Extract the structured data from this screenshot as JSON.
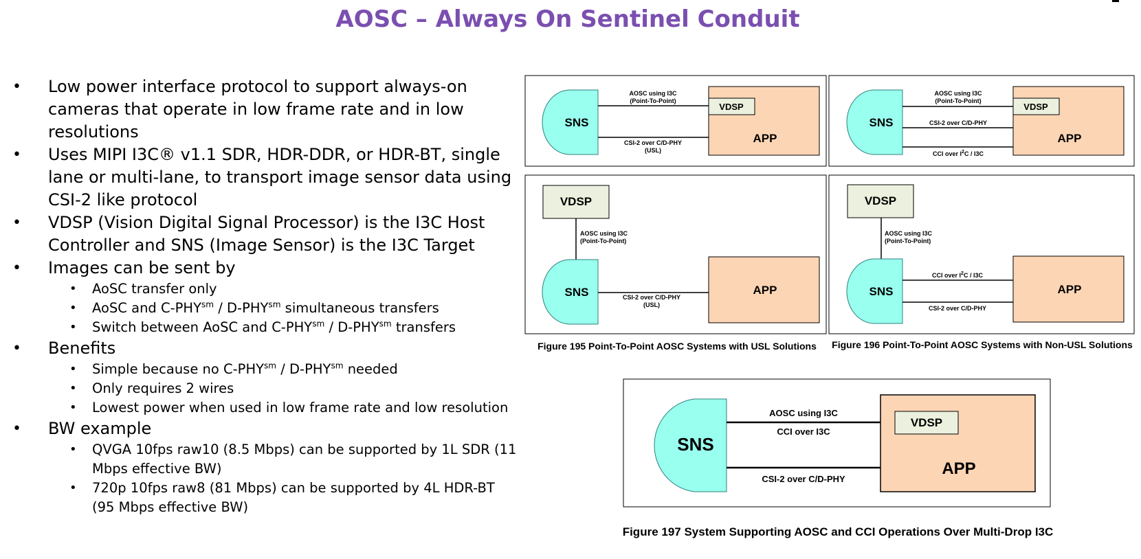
{
  "page": {
    "title": "AOSC – Always On Sentinel Conduit"
  },
  "bullets": {
    "b1": "Low power interface protocol to support always-on cameras that operate in low frame rate and in low resolutions",
    "b2": "Uses MIPI I3C® v1.1 SDR, HDR-DDR, or HDR-BT, single lane or multi-lane, to transport image sensor data using CSI-2 like protocol",
    "b3": "VDSP (Vision Digital Signal Processor) is the I3C Host Controller and SNS (Image Sensor) is the I3C Target",
    "b4": "Images can be sent by",
    "b4_1": "AoSC transfer only",
    "b4_2_a": "AoSC and C-PHY",
    "sm": "sm",
    "b4_2_b": " / D-PHY",
    "b4_2_c": " simultaneous transfers",
    "b4_3_a": "Switch between AoSC and C-PHY",
    "b4_3_b": " / D-PHY",
    "b4_3_c": " transfers",
    "b5": "Benefits",
    "b5_1_a": "Simple because no C-PHY",
    "b5_1_b": " / D-PHY",
    "b5_1_c": " needed",
    "b5_2": "Only requires 2 wires",
    "b5_3": "Lowest power when used in low frame rate and low resolution",
    "b6": "BW example",
    "b6_1": "QVGA 10fps raw10 (8.5 Mbps) can be supported by 1L SDR (11 Mbps effective BW)",
    "b6_2": "720p 10fps raw8 (81 Mbps) can be supported by 4L HDR-BT (95 Mbps effective BW)"
  },
  "diagram": {
    "sns": "SNS",
    "app": "APP",
    "vdsp": "VDSP",
    "aosc_i3c": "AOSC using I3C",
    "p2p": "(Point-To-Point)",
    "csi2": "CSI-2 over C/D-PHY",
    "usl": "(USL)",
    "cci_pre": "CCI over I",
    "cci_sup": "2",
    "cci_post": "C / I3C",
    "cci_i3c": "CCI over I3C",
    "fig195": "Figure 195 Point-To-Point AOSC Systems with USL Solutions",
    "fig196": "Figure 196 Point-To-Point AOSC Systems with Non-USL Solutions",
    "fig197": "Figure 197 System Supporting AOSC and CCI Operations Over Multi-Drop I3C"
  },
  "colors": {
    "title": "#7b4fb0",
    "sns_fill": "#99ffee",
    "app_fill": "#fcd5b5",
    "vdsp_fill": "#ebf1de"
  }
}
